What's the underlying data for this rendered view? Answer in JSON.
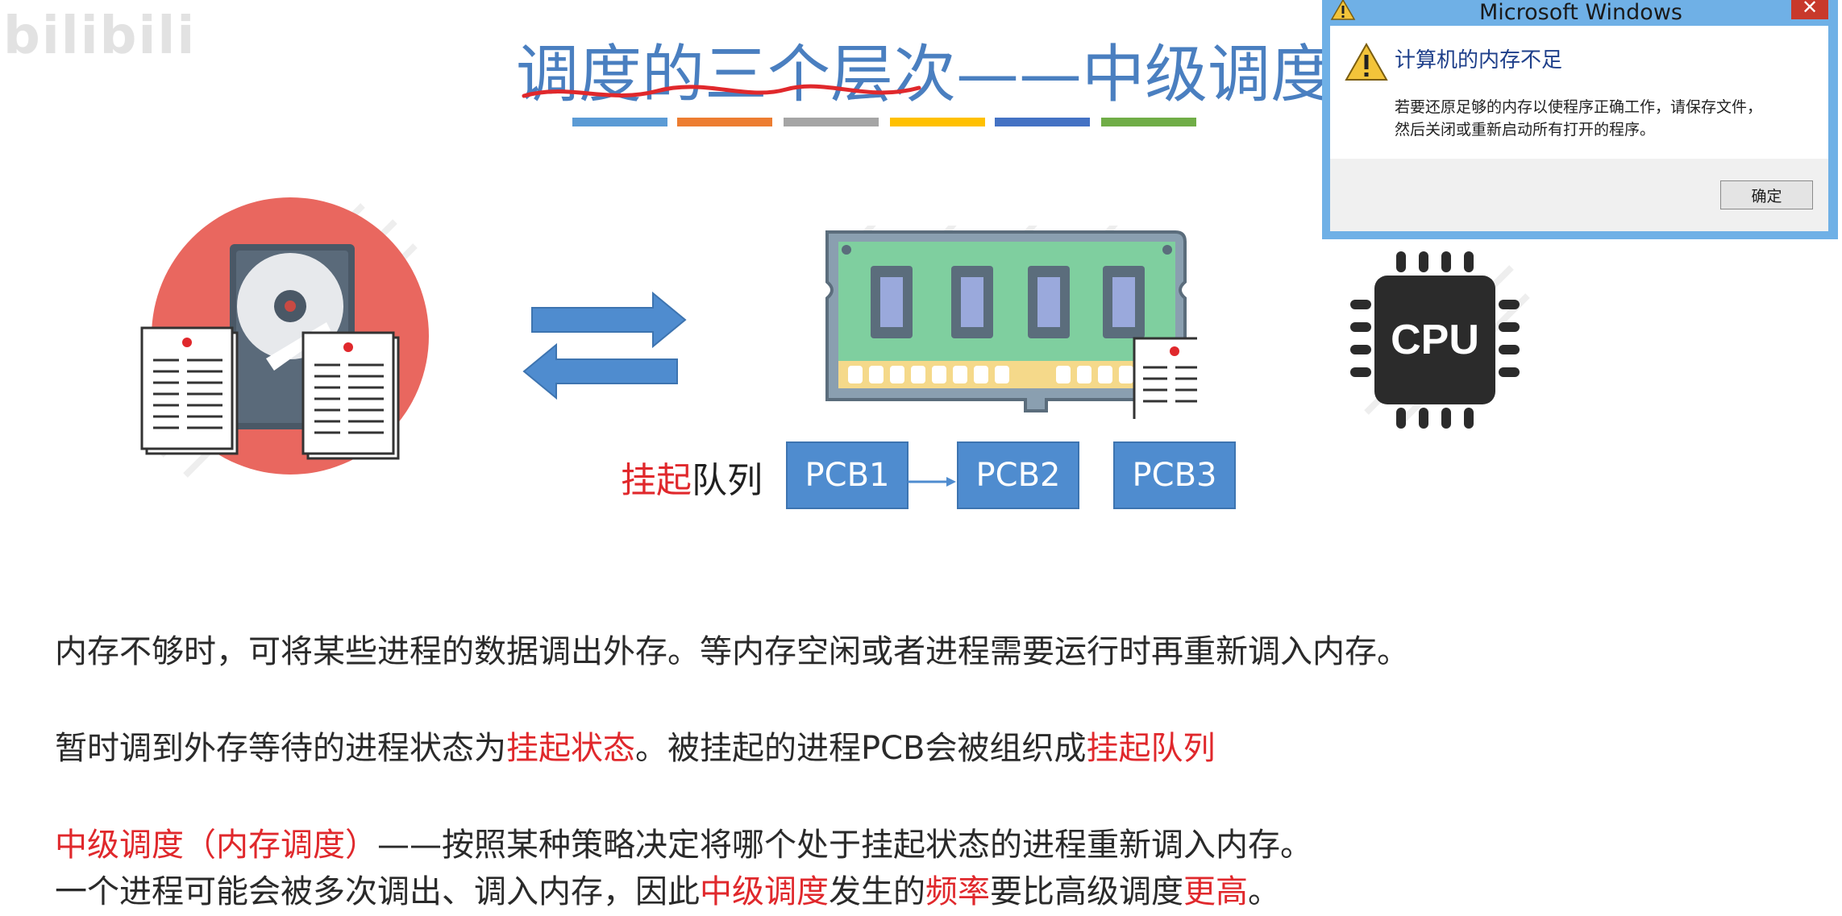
{
  "watermark": "bilibili",
  "title": "调度的三个层次——中级调度",
  "color_bars": [
    "#5b9bd5",
    "#ed7d31",
    "#a5a5a5",
    "#ffc000",
    "#4472c4",
    "#70ad47"
  ],
  "queue_label": {
    "red_part": "挂起",
    "normal_part": "队列"
  },
  "pcbs": [
    "PCB1",
    "PCB2",
    "PCB3"
  ],
  "cpu_label": "CPU",
  "dialog": {
    "title": "Microsoft Windows",
    "close": "✕",
    "heading": "计算机的内存不足",
    "message_line1": "若要还原足够的内存以使程序正确工作，请保存文件，",
    "message_line2": "然后关闭或重新启动所有打开的程序。",
    "ok_button": "确定"
  },
  "paragraphs": {
    "p1": "内存不够时，可将某些进程的数据调出外存。等内存空闲或者进程需要运行时再重新调入内存。",
    "p2": {
      "a": "暂时调到外存等待的进程状态为",
      "b": "挂起状态",
      "c": "。被挂起的进程PCB会被组织成",
      "d": "挂起队列"
    },
    "p3": {
      "a": "中级调度（内存调度）",
      "b": "——按照某种策略决定将哪个处于挂起状态的进程重新调入内存。"
    },
    "p4": {
      "a": "一个进程可能会被多次调出、调入内存，因此",
      "b": "中级调度",
      "c": "发生的",
      "d": "频率",
      "e": "要比高级调度",
      "f": "更高",
      "g": "。"
    }
  },
  "colors": {
    "accent_red": "#e0282c",
    "title_blue": "#4a7fc0",
    "pcb_blue": "#4f8ccf"
  }
}
